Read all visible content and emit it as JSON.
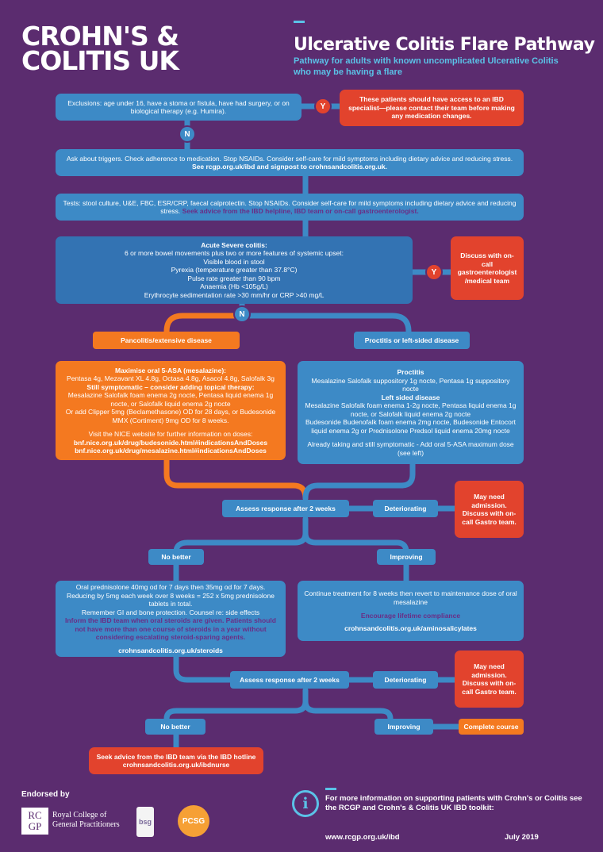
{
  "header": {
    "logo_line1": "CROHN'S &",
    "logo_line2": "COLITIS UK",
    "title": "Ulcerative Colitis Flare Pathway",
    "subtitle": "Pathway for adults with known uncomplicated Ulcerative Colitis who may be having a flare"
  },
  "labels": {
    "yes": "Y",
    "no": "N"
  },
  "exclusions": {
    "text": "Exclusions: age under 16, have a stoma or fistula, have had surgery, or on biological therapy (e.g. Humira).",
    "yes_action": "These patients should have access to an IBD specialist—please contact their team before making any medication changes."
  },
  "triggers": {
    "text": "Ask about triggers. Check adherence to medication. Stop NSAIDs. Consider self-care for mild symptoms including dietary advice and reducing stress. ",
    "bold": "See rcgp.org.uk/ibd and signpost to crohnsandcolitis.org.uk."
  },
  "tests": {
    "text": "Tests: stool culture, U&E, FBC, ESR/CRP, faecal calprotectin. Stop NSAIDs. Consider self-care for mild symptoms including dietary advice and reducing stress. ",
    "highlight": "Seek advice from the IBD helpline, IBD team or on-call gastroenterologist."
  },
  "acute": {
    "title": "Acute Severe colitis:",
    "lines": [
      "6 or more bowel movements plus two or more features of systemic upset:",
      "Visible blood in stool",
      "Pyrexia (temperature greater than 37.8°C)",
      "Pulse rate greater than 90 bpm",
      "Anaemia (Hb <105g/L)",
      "Erythrocyte sedimentation rate >30 mm/hr or CRP >40 mg/L"
    ],
    "yes_action": "Discuss with on-call gastroenterologist /medical team"
  },
  "pancolitis": {
    "label": "Pancolitis/extensive disease",
    "heading1": "Maximise oral 5-ASA (mesalazine):",
    "line1": "Pentasa 4g, Mezavant XL 4.8g, Octasa 4.8g, Asacol 4.8g, Salofalk 3g",
    "heading2": "Still symptomatic – consider adding topical therapy:",
    "line2": "Mesalazine Salofalk foam enema 2g nocte, Pentasa liquid enema 1g nocte, or Salofalk liquid enema 2g nocte",
    "line3": "Or add Clipper 5mg (Beclamethasone) OD for 28 days, or Budesonide MMX (Cortiment) 9mg OD for 8 weeks.",
    "nice": "Visit the NICE website for further information on doses:",
    "link1": "bnf.nice.org.uk/drug/budesonide.html#indicationsAndDoses",
    "link2": "bnf.nice.org.uk/drug/mesalazine.html#indicationsAndDoses"
  },
  "proctitis": {
    "label": "Proctitis or left-sided disease",
    "heading1": "Proctitis",
    "line1": "Mesalazine Salofalk suppository 1g nocte, Pentasa 1g suppository nocte",
    "heading2": "Left sided disease",
    "line2": "Mesalazine Salofalk foam enema 1-2g nocte, Pentasa liquid enema 1g nocte, or Salofalk liquid enema 2g nocte",
    "line3": "Budesonide Budenofalk foam enema 2mg nocte, Budesonide Entocort liquid enema 2g or Prednisolone Predsol liquid enema 20mg nocte",
    "line4": "Already taking and still symptomatic - Add oral 5-ASA maximum dose (see left)"
  },
  "assess1": {
    "label": "Assess response after 2 weeks",
    "deteriorating": "Deteriorating",
    "deteriorating_action": "May need admission. Discuss with on-call Gastro team.",
    "no_better": "No better",
    "improving": "Improving"
  },
  "steroids": {
    "line1": "Oral prednisolone 40mg od for 7 days then 35mg od for 7 days. Reducing by 5mg each week over 8 weeks = 252 x 5mg prednisolone tablets in total.",
    "line2": "Remember GI and bone protection. Counsel re: side effects",
    "highlight": "Inform the IBD team when oral steroids are given. Patients should not have more than one course of steroids in a year without considering escalating steroid-sparing agents.",
    "link": "crohnsandcolitis.org.uk/steroids"
  },
  "improving_box": {
    "line1": "Continue treatment for 8 weeks then revert to maintenance dose of oral mesalazine",
    "highlight": "Encourage lifetime compliance",
    "link": "crohnsandcolitis.org.uk/aminosalicylates"
  },
  "assess2": {
    "label": "Assess response after 2 weeks",
    "deteriorating": "Deteriorating",
    "deteriorating_action": "May need admission. Discuss with on-call Gastro team.",
    "no_better": "No better",
    "improving": "Improving",
    "complete": "Complete course"
  },
  "hotline": {
    "line1": "Seek advice from the IBD team via the IBD hotline",
    "link": "crohnsandcolitis.org.uk/ibdnurse"
  },
  "footer": {
    "endorsed": "Endorsed by",
    "rcgp_abbr": "RC GP",
    "rcgp_name": "Royal College of General Practitioners",
    "bsg": "bsg",
    "pcsg": "PCSG",
    "info_icon": "i",
    "info_text": "For more information on supporting patients with Crohn's or Colitis see the RCGP and Crohn's & Colitis UK IBD toolkit:",
    "url": "www.rcgp.org.uk/ibd",
    "date": "July 2019"
  },
  "colors": {
    "background": "#5b2c6f",
    "blue": "#3d8ac6",
    "red": "#e2432d",
    "orange": "#f47920",
    "accent": "#5bc2e7"
  }
}
